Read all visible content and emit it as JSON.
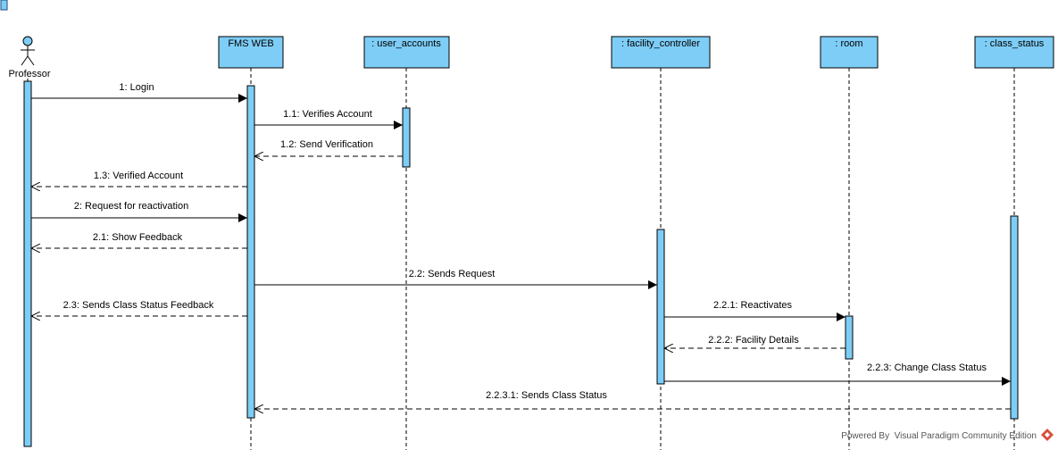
{
  "colors": {
    "fill": "#7ECDF6",
    "stroke": "#000000",
    "watermark_icon": "#D94F3B"
  },
  "actor": {
    "name": "Professor"
  },
  "lifelines": [
    {
      "id": "fms",
      "name": "FMS WEB"
    },
    {
      "id": "ua",
      "name": ": user_accounts"
    },
    {
      "id": "fc",
      "name": ": facility_controller"
    },
    {
      "id": "room",
      "name": ": room"
    },
    {
      "id": "cs",
      "name": ": class_status"
    }
  ],
  "messages": [
    {
      "label": "1: Login",
      "from": "prof",
      "to": "fms",
      "kind": "sync"
    },
    {
      "label": "1.1: Verifies Account",
      "from": "fms",
      "to": "ua",
      "kind": "sync"
    },
    {
      "label": "1.2: Send Verification",
      "from": "ua",
      "to": "fms",
      "kind": "return"
    },
    {
      "label": "1.3: Verified Account",
      "from": "fms",
      "to": "prof",
      "kind": "return"
    },
    {
      "label": "2: Request for reactivation",
      "from": "prof",
      "to": "fms",
      "kind": "sync"
    },
    {
      "label": "2.1: Show Feedback",
      "from": "fms",
      "to": "prof",
      "kind": "return"
    },
    {
      "label": "2.2: Sends Request",
      "from": "fms",
      "to": "fc",
      "kind": "sync"
    },
    {
      "label": "2.3: Sends Class Status Feedback",
      "from": "fms",
      "to": "prof",
      "kind": "return"
    },
    {
      "label": "2.2.1: Reactivates",
      "from": "fc",
      "to": "room",
      "kind": "sync"
    },
    {
      "label": "2.2.2: Facility Details",
      "from": "room",
      "to": "fc",
      "kind": "return"
    },
    {
      "label": "2.2.3: Change Class Status",
      "from": "fc",
      "to": "cs",
      "kind": "sync"
    },
    {
      "label": "2.2.3.1: Sends Class Status",
      "from": "cs",
      "to": "fms",
      "kind": "return"
    }
  ],
  "watermark": {
    "text": "Powered By Visual Paradigm Community Edition"
  }
}
